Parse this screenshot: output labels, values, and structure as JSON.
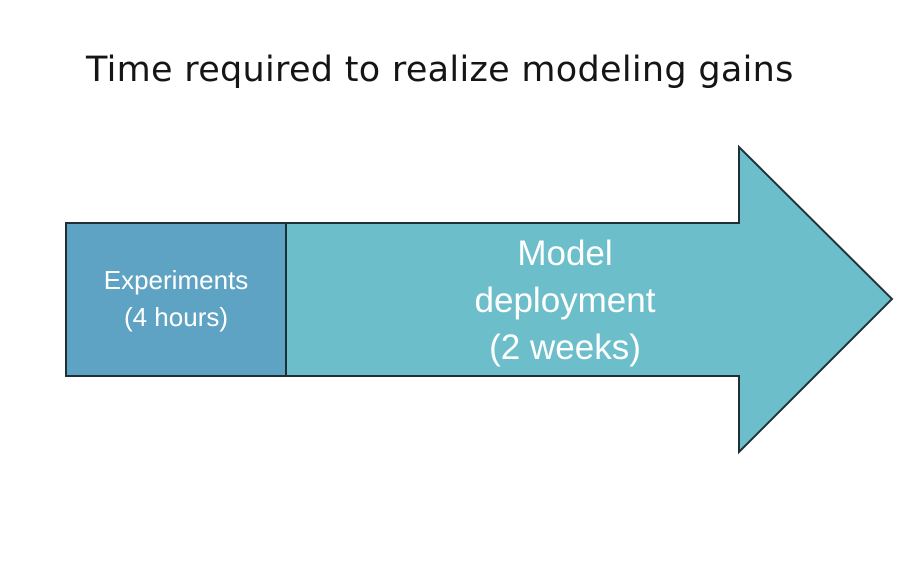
{
  "title": "Time required to realize modeling gains",
  "colors": {
    "experiments_fill": "#5ea3c3",
    "arrow_fill": "#6cbfca",
    "outline": "#1f2f36",
    "label_text": "#ffffff"
  },
  "experiments": {
    "line1": "Experiments",
    "line2": "(4 hours)"
  },
  "deployment": {
    "line1": "Model",
    "line2": "deployment",
    "line3": "(2 weeks)"
  }
}
